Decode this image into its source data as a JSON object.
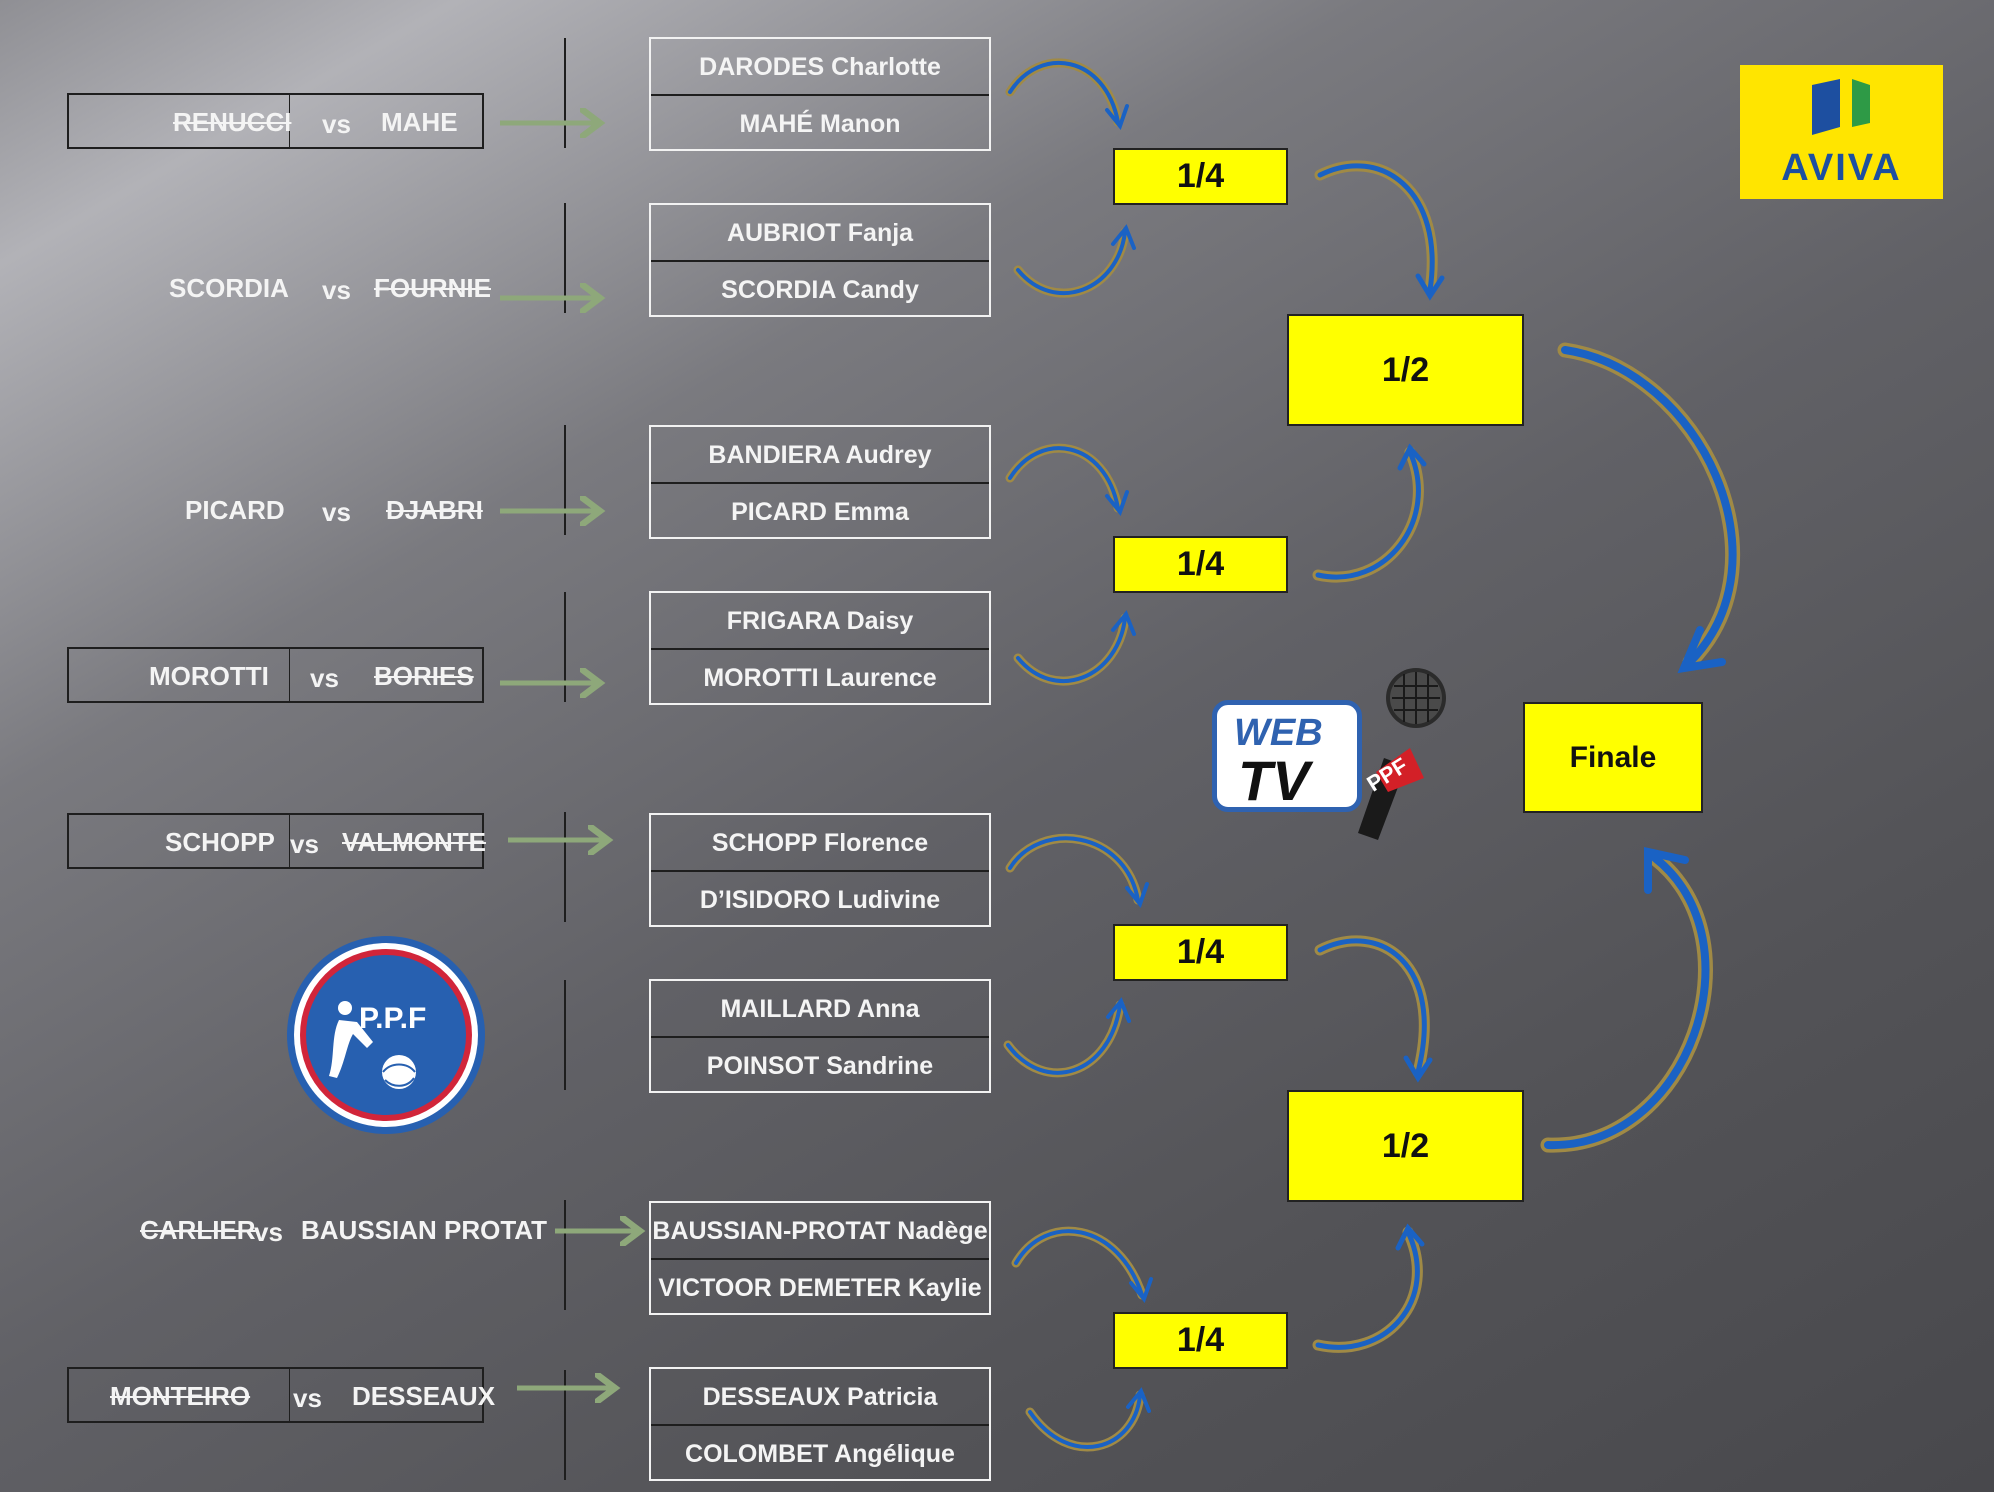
{
  "first_round": [
    {
      "left": "RENUCCI",
      "vs": "vs",
      "right": "MAHE",
      "left_out": true,
      "right_out": false
    },
    {
      "left": "SCORDIA",
      "vs": "vs",
      "right": "FOURNIE",
      "left_out": false,
      "right_out": true
    },
    {
      "left": "PICARD",
      "vs": "vs",
      "right": "DJABRI",
      "left_out": false,
      "right_out": true
    },
    {
      "left": "MOROTTI",
      "vs": "vs",
      "right": "BORIES",
      "left_out": false,
      "right_out": true
    },
    {
      "left": "SCHOPP",
      "vs": "vs",
      "right": "VALMONTE",
      "left_out": false,
      "right_out": true
    },
    {
      "left": "CARLIER",
      "vs": "vs",
      "right": "BAUSSIAN PROTAT",
      "left_out": true,
      "right_out": false
    },
    {
      "left": "MONTEIRO",
      "vs": "vs",
      "right": "DESSEAUX",
      "left_out": true,
      "right_out": false
    }
  ],
  "pairs": [
    [
      "DARODES Charlotte",
      "MAHÉ Manon"
    ],
    [
      "AUBRIOT Fanja",
      "SCORDIA Candy"
    ],
    [
      "BANDIERA Audrey",
      "PICARD Emma"
    ],
    [
      "FRIGARA Daisy",
      "MOROTTI Laurence"
    ],
    [
      "SCHOPP Florence",
      "D’ISIDORO Ludivine"
    ],
    [
      "MAILLARD  Anna",
      "POINSOT Sandrine"
    ],
    [
      "BAUSSIAN-PROTAT Nadège",
      "VICTOOR DEMETER Kaylie"
    ],
    [
      "DESSEAUX Patricia",
      "COLOMBET Angélique"
    ]
  ],
  "rounds": {
    "quarter": "1/4",
    "semi": "1/2",
    "final": "Finale"
  },
  "logos": {
    "aviva": "AVIVA",
    "webtv_web": "WEB",
    "webtv_tv": "TV",
    "mic_label": "PPF",
    "ppf": "P.P.F"
  },
  "colors": {
    "round_box": "#ffff00",
    "arrow_blue": "#1a62c4",
    "arrow_gold": "#a08a45",
    "pointer_arrow": "#8ea87a"
  }
}
